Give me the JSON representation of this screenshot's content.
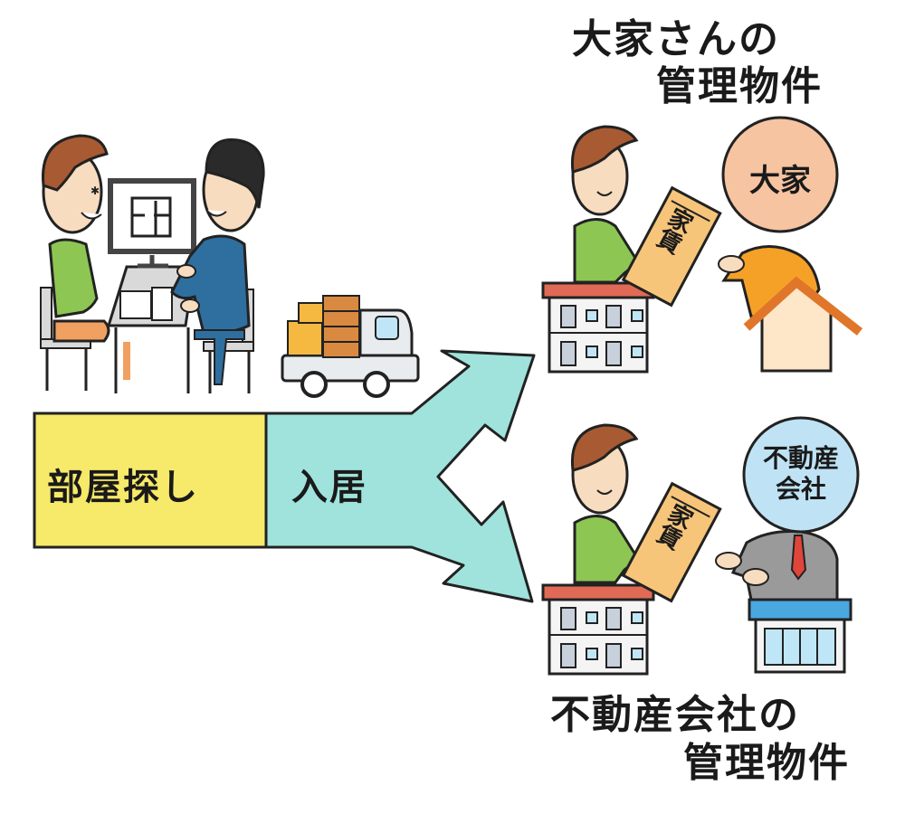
{
  "flow": {
    "step1_label": "部屋探し",
    "step2_label": "入居",
    "step1_color": "#f7e96a",
    "step2_color": "#9fe3dc"
  },
  "top_branch": {
    "caption_line1": "大家さんの",
    "caption_line2": "管理物件",
    "manager_head_label": "大家",
    "envelope_label": "家賃",
    "manager_head_color": "#f6c4a0",
    "manager_shirt_color": "#f5a128"
  },
  "bottom_branch": {
    "caption_line1": "不動産会社の",
    "caption_line2": "管理物件",
    "manager_head_label_line1": "不動産",
    "manager_head_label_line2": "会社",
    "envelope_label": "家賃",
    "manager_head_color": "#bfe3f5",
    "manager_suit_color": "#9a9a9a"
  },
  "scene_left": {
    "description_icons": [
      "customer-icon",
      "agent-icon",
      "computer-icon",
      "moving-truck-icon"
    ]
  }
}
